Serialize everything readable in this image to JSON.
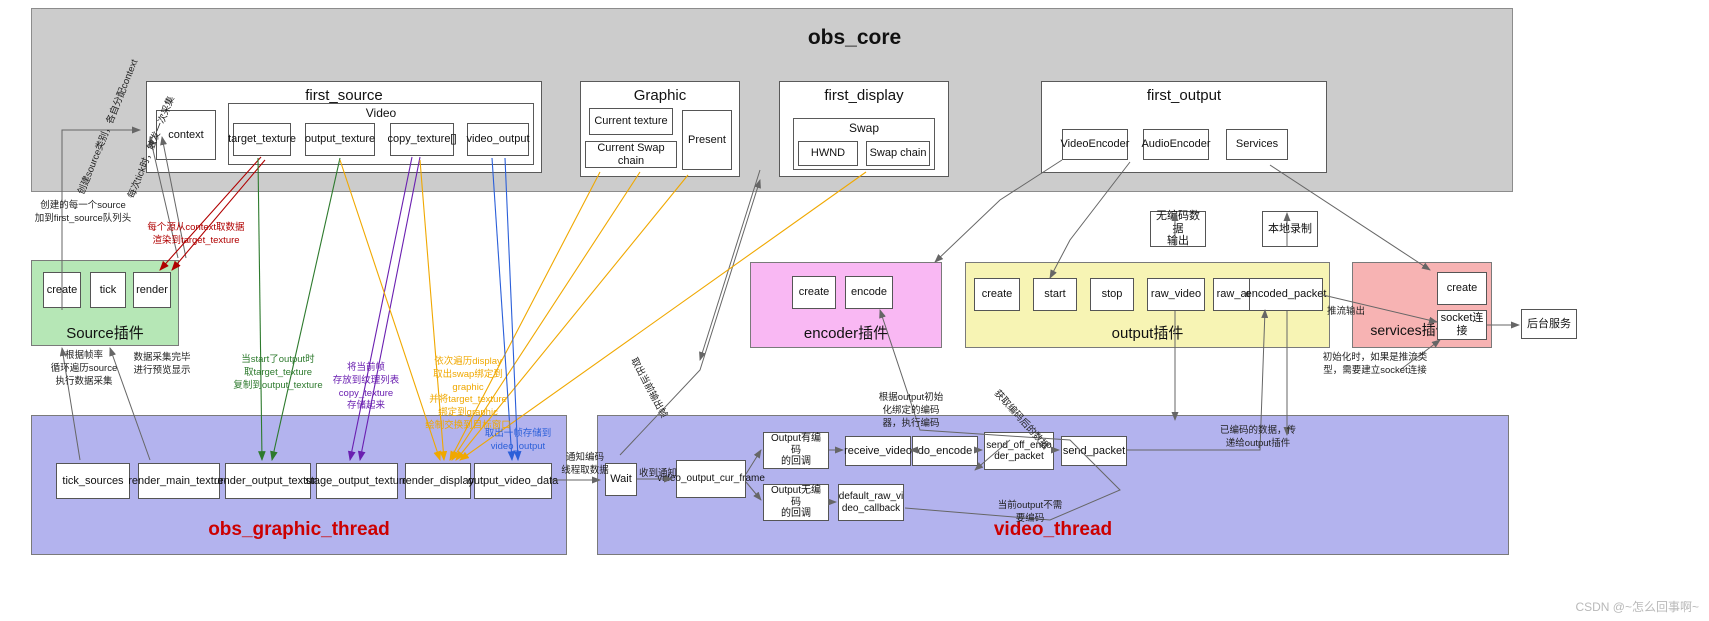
{
  "title": "obs_core",
  "watermark": "CSDN @~怎么回事啊~",
  "core": {
    "groups": [
      {
        "name": "first_source",
        "title": "first_source",
        "boxes": [
          {
            "label": "context"
          }
        ],
        "subgroup": {
          "title": "Video",
          "boxes": [
            {
              "label": "target_texture"
            },
            {
              "label": "output_texture"
            },
            {
              "label": "copy_texture[]"
            },
            {
              "label": "video_output"
            }
          ]
        }
      },
      {
        "name": "graphic",
        "title": "Graphic",
        "boxes": [
          {
            "label": "Current texture"
          },
          {
            "label": "Current Swap chain"
          },
          {
            "label": "Present"
          }
        ]
      },
      {
        "name": "first_display",
        "title": "first_display",
        "subgroup": {
          "title": "Swap",
          "boxes": [
            {
              "label": "HWND"
            },
            {
              "label": "Swap chain"
            }
          ]
        }
      },
      {
        "name": "first_output",
        "title": "first_output",
        "boxes": [
          {
            "label": "VideoEncoder"
          },
          {
            "label": "AudioEncoder"
          },
          {
            "label": "Services"
          }
        ]
      }
    ]
  },
  "plugins": {
    "source": {
      "title": "Source插件",
      "color": "#b6e7b6",
      "boxes": [
        {
          "label": "create"
        },
        {
          "label": "tick"
        },
        {
          "label": "render"
        }
      ]
    },
    "encoder": {
      "title": "encoder插件",
      "color": "#f9b8f3",
      "boxes": [
        {
          "label": "create"
        },
        {
          "label": "encode"
        }
      ]
    },
    "output": {
      "title": "output插件",
      "color": "#f7f4b4",
      "boxes": [
        {
          "label": "create"
        },
        {
          "label": "start"
        },
        {
          "label": "stop"
        },
        {
          "label": "raw_video"
        },
        {
          "label": "raw_audio"
        },
        {
          "label": "encoded_packet"
        }
      ]
    },
    "services": {
      "title": "services插件",
      "color": "#f7b3b3",
      "boxes": [
        {
          "label": "create"
        },
        {
          "label": "socket连接"
        }
      ]
    }
  },
  "standalone_boxes": [
    {
      "name": "no-encode-output",
      "label": "无编码数据\n输出"
    },
    {
      "name": "local-record",
      "label": "本地录制"
    },
    {
      "name": "backend-service",
      "label": "后台服务"
    }
  ],
  "threads": {
    "graphic_thread": {
      "title": "obs_graphic_thread",
      "color": "#b3b3ee",
      "title_color": "#cc0000",
      "boxes": [
        {
          "label": "tick_sources"
        },
        {
          "label": "render_main_texture"
        },
        {
          "label": "render_output_texture"
        },
        {
          "label": "stage_output_texture"
        },
        {
          "label": "render_display"
        },
        {
          "label": "output_video_data"
        }
      ]
    },
    "video_thread": {
      "title": "video_thread",
      "color": "#b3b3ee",
      "title_color": "#cc0000",
      "boxes": [
        {
          "label": "Wait"
        },
        {
          "label": "video_output_cur_frame"
        },
        {
          "label": "Output有编码\n的回调"
        },
        {
          "label": "receive_video"
        },
        {
          "label": "do_encode"
        },
        {
          "label": "send_off_enco\nder_packet"
        },
        {
          "label": "send_packet"
        },
        {
          "label": "Output无编码\n的回调"
        },
        {
          "label": "default_raw_vi\ndeo_callback"
        }
      ]
    }
  },
  "annotations": [
    {
      "name": "note-create-source-queue",
      "text": "创建的每一个source\n加到first_source队列头",
      "color": "#222222"
    },
    {
      "name": "note-create-source-context",
      "text": "创建source类别，各自分配context",
      "color": "#222222"
    },
    {
      "name": "note-tick-frame",
      "text": "每次tick时，触发一次采集",
      "color": "#222222"
    },
    {
      "name": "note-render-target",
      "text": "每个源从context取数据\n渲染到target_texture",
      "color": "#b00000"
    },
    {
      "name": "note-start-output-copy",
      "text": "当start了output时\n取target_texture\n复制到output_texture",
      "color": "#2d7a2d"
    },
    {
      "name": "note-copy-texture-store",
      "text": "将当前帧\n存放到纹理列表\ncopy_texture\n存储起来",
      "color": "#6a1fb0"
    },
    {
      "name": "note-display-swap-graphic",
      "text": "依次遍历display\n取出swap绑定到\ngraphic\n并将target_texture\n绑定到graphic\n绘制交换到目标窗口",
      "color": "#f0a800"
    },
    {
      "name": "note-take-frame-video-output",
      "text": "取出一帧存储到\nvideo_output",
      "color": "#2b5fd9"
    },
    {
      "name": "note-frame-rate-loop",
      "text": "根据帧率\n循环遍历source\n执行数据采集",
      "color": "#222222"
    },
    {
      "name": "note-collect-preview",
      "text": "数据采集完毕\n进行预览显示",
      "color": "#222222"
    },
    {
      "name": "note-take-current-output-frame",
      "text": "取出当前输出帧",
      "color": "#222222"
    },
    {
      "name": "note-notify-encode-thread",
      "text": "通知编码\n线程取数据",
      "color": "#222222"
    },
    {
      "name": "note-received-notify",
      "text": "收到通知",
      "color": "#222222"
    },
    {
      "name": "note-output-bound-encoder",
      "text": "根据output初始\n化绑定的编码\n器，执行编码",
      "color": "#222222"
    },
    {
      "name": "note-encoded-data",
      "text": "获取编码后的数据",
      "color": "#222222"
    },
    {
      "name": "note-encoded-to-output",
      "text": "已编码的数据，传\n递给output插件",
      "color": "#222222"
    },
    {
      "name": "note-no-encode-needed",
      "text": "当前output不需\n要编码",
      "color": "#222222"
    },
    {
      "name": "note-push-stream-output",
      "text": "推流输出",
      "color": "#222222"
    },
    {
      "name": "note-init-push-type",
      "text": "初始化时，如果是推流类\n型，需要建立socket连接",
      "color": "#222222"
    }
  ]
}
